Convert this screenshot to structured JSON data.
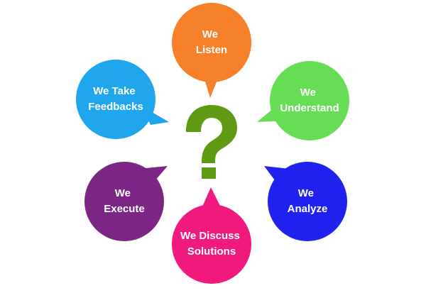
{
  "bubbles": [
    {
      "id": "listen",
      "lines": [
        "We",
        "Listen"
      ],
      "color": "#F7802A"
    },
    {
      "id": "understand",
      "lines": [
        "We",
        "Understand"
      ],
      "color": "#66DD55"
    },
    {
      "id": "analyze",
      "lines": [
        "We",
        "Analyze"
      ],
      "color": "#2222F0"
    },
    {
      "id": "discuss",
      "lines": [
        "We Discuss",
        "Solutions"
      ],
      "color": "#F0197D"
    },
    {
      "id": "execute",
      "lines": [
        "We",
        "Execute"
      ],
      "color": "#7B2684"
    },
    {
      "id": "feedback",
      "lines": [
        "We Take",
        "Feedbacks"
      ],
      "color": "#1FA6EC"
    }
  ],
  "center": {
    "icon": "question-mark-icon",
    "color": "#5E9A12"
  }
}
